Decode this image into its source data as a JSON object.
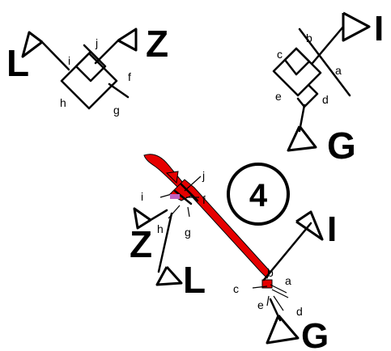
{
  "diagram_1": {
    "labels": {
      "i": "i",
      "j": "j",
      "f": "f",
      "g": "g",
      "h": "h"
    },
    "ends": {
      "left": "L",
      "right": "Z"
    }
  },
  "diagram_2": {
    "labels": {
      "a": "a",
      "b": "b",
      "c": "c",
      "d": "d",
      "e": "e"
    },
    "ends": {
      "top": "I",
      "bottom": "G"
    }
  },
  "diagram_3": {
    "step_number": "4",
    "labels_upper": {
      "j": "j",
      "i": "i",
      "f": "f",
      "h": "h",
      "g": "g"
    },
    "labels_lower": {
      "b": "b",
      "a": "a",
      "c": "c",
      "e": "e",
      "d": "d"
    },
    "ends": {
      "z": "Z",
      "l": "L",
      "i": "I",
      "g": "G"
    },
    "colors": {
      "highlight": "#e60000",
      "ink": "#000000"
    }
  }
}
